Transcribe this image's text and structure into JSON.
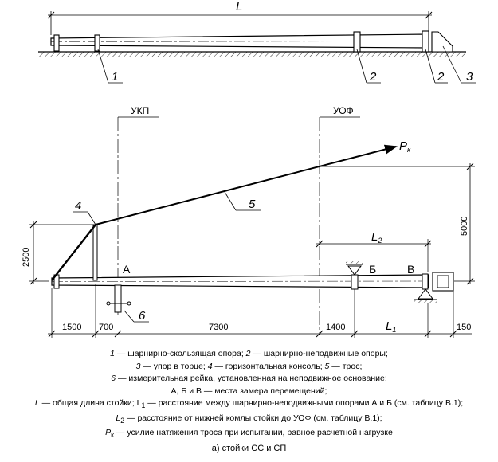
{
  "top_view": {
    "dim_L": "L",
    "callouts": [
      "1",
      "2",
      "2",
      "3"
    ]
  },
  "main_view": {
    "ukp": "УКП",
    "uof": "УОФ",
    "pk": "P",
    "pk_sub": "к",
    "callout_4": "4",
    "callout_5": "5",
    "callout_6": "6",
    "point_a": "А",
    "point_b": "Б",
    "point_v": "В",
    "dim_2500": "2500",
    "dim_5000": "5000",
    "dim_L2": "L",
    "dim_L2_sub": "2",
    "dim_L1": "L",
    "dim_L1_sub": "1",
    "bottom_dims": [
      "1500",
      "700",
      "7300",
      "1400",
      "150"
    ]
  },
  "legend": [
    [
      "1",
      " — шарнирно-скользящая опора; ",
      "2",
      " — шарнирно-неподвижные опоры;"
    ],
    [
      "3",
      " — упор в торце; ",
      "4",
      " — горизонтальная консоль; ",
      "5",
      " — трос;"
    ],
    [
      "6",
      " — измерительная рейка, установленная на неподвижное основание;"
    ],
    [
      "",
      "А, Б и В — места замера перемещений;"
    ],
    [
      "L",
      " — общая длина стойки; L",
      "1",
      " — расстояние между шарнирно-неподвижными опорами А и Б (см. таблицу В.1);"
    ],
    [
      "L",
      "2",
      " — расстояние от нижней комлы стойки до УОФ (см. таблицу В.1);"
    ],
    [
      "P",
      "к",
      " — усилие натяжения троса при испытании, равное расчетной нагрузке"
    ]
  ],
  "caption": "а) стойки СС и СП"
}
